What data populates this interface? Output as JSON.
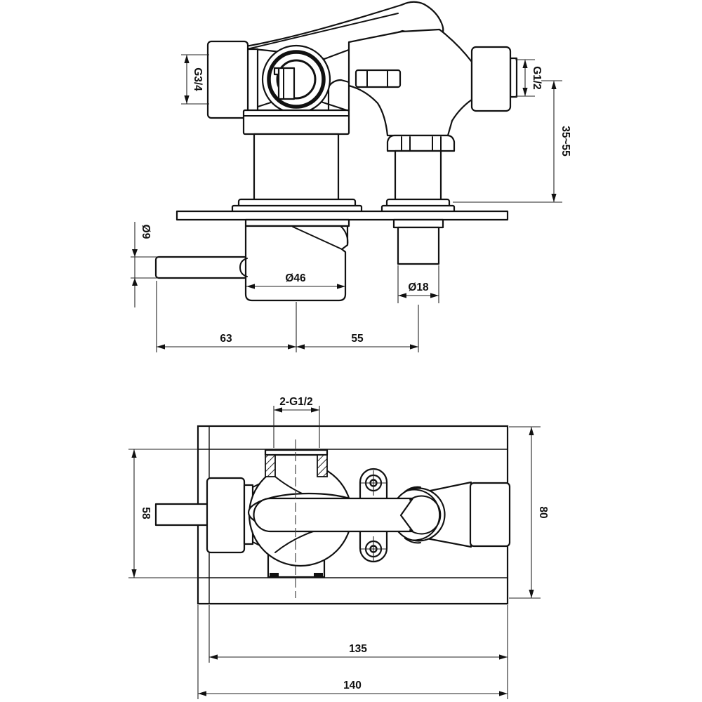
{
  "drawing": {
    "type": "technical-drawing",
    "subject": "concealed shower mixer valve, front elevation and plan view",
    "front_view": {
      "g34": "G3/4",
      "g12": "G1/2",
      "install_depth": "35~55",
      "handle_dia": "Ø9",
      "body_dia": "Ø46",
      "pipe_dia": "Ø18",
      "dist_left": "63",
      "dist_right": "55"
    },
    "plan_view": {
      "inlets": "2-G1/2",
      "depth": "58",
      "box_height": "80",
      "width_inner": "135",
      "width_outer": "140"
    },
    "colors": {
      "line": "#111111",
      "dim": "#222222",
      "background": "#ffffff"
    }
  }
}
